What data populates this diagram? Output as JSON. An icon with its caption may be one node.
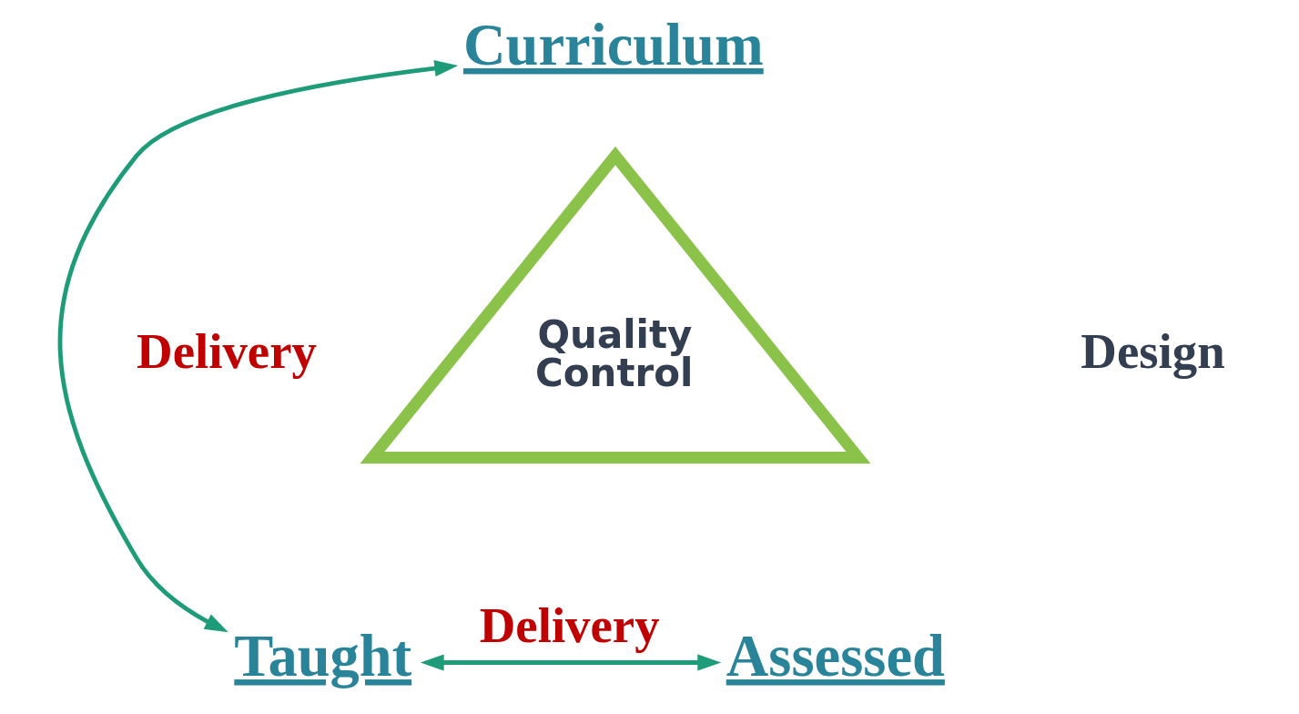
{
  "diagram": {
    "nodes": [
      {
        "text": [
          "Curriculum"
        ]
      },
      {
        "text": [
          "Taught"
        ]
      },
      {
        "text": [
          "Assessed"
        ]
      },
      {
        "text": [
          "Quality Control"
        ]
      }
    ],
    "edges": [
      {
        "from": 0,
        "to": 1,
        "arrow": "both",
        "label": "Delivery"
      },
      {
        "from": 1,
        "to": 2,
        "arrow": "both",
        "label": "Delivery"
      }
    ],
    "labels": [
      "Design"
    ]
  }
}
